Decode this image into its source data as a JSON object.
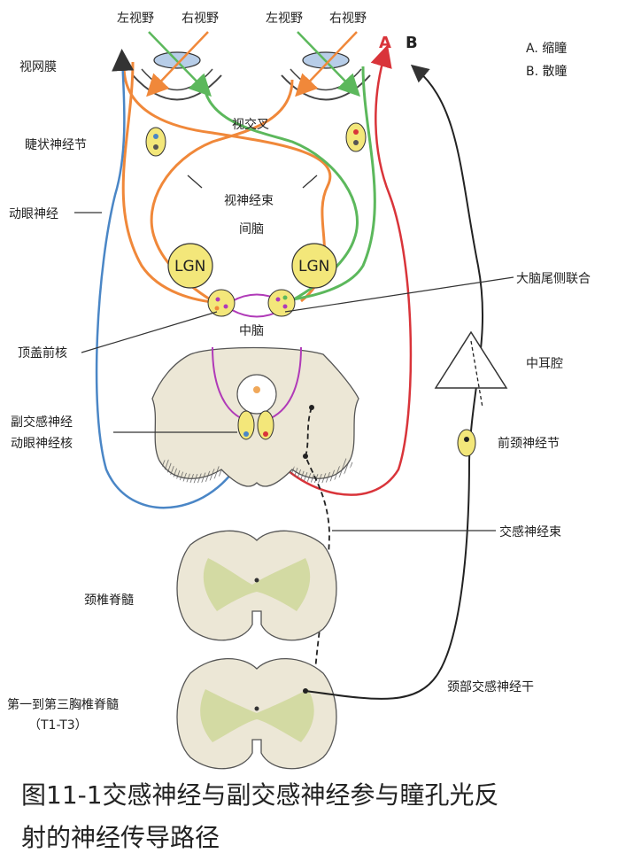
{
  "labels": {
    "left_field": "左视野",
    "right_field": "右视野",
    "left_field_2": "左视野",
    "right_field_2": "右视野",
    "retina": "视网膜",
    "ciliary_ganglion": "睫状神经节",
    "oculomotor_nerve": "动眼神经",
    "optic_chiasm": "视交叉",
    "optic_tract": "视神经束",
    "diencephalon": "间脑",
    "lgn_left": "LGN",
    "lgn_right": "LGN",
    "posterior_commissure": "大脑尾侧联合",
    "midbrain": "中脑",
    "pretectal_nucleus": "顶盖前核",
    "middle_ear": "中耳腔",
    "parasym_nucleus_line1": "副交感神经",
    "parasym_nucleus_line2": "动眼神经核",
    "superior_cervical_ganglion": "前颈神经节",
    "sympathetic_tract": "交感神经束",
    "cervical_cord": "颈椎脊髓",
    "cervical_sympathetic_trunk": "颈部交感神经干",
    "thoracic_cord": "第一到第三胸椎脊髓",
    "thoracic_range": "（T1-T3）",
    "marker_a": "A",
    "marker_b": "B",
    "legend_a": "A. 缩瞳",
    "legend_b": "B. 散瞳"
  },
  "caption": {
    "line1": "图11-1交感神经与副交感神经参与瞳孔光反",
    "line2": "射的神经传导路径"
  },
  "colors": {
    "orange": "#f0883a",
    "green": "#5cb85c",
    "red": "#d9343a",
    "blue": "#4a86c6",
    "purple": "#b03ab8",
    "lgn_fill": "#f3e77a",
    "tissue": "#ece7d6",
    "gray_matter": "#cfd79a"
  }
}
